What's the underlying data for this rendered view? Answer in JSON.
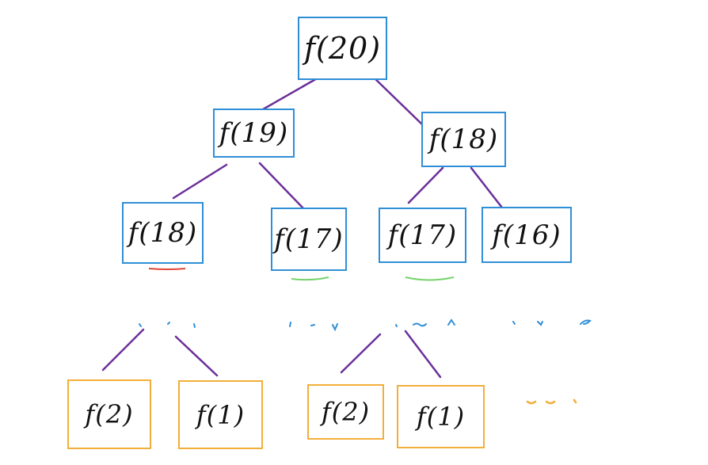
{
  "diagram": {
    "nodes": [
      {
        "id": "n20",
        "label": "f(20)",
        "color": "blue"
      },
      {
        "id": "n19",
        "label": "f(19)",
        "color": "blue"
      },
      {
        "id": "n18a",
        "label": "f(18)",
        "color": "blue"
      },
      {
        "id": "n18b",
        "label": "f(18)",
        "color": "blue"
      },
      {
        "id": "n17a",
        "label": "f(17)",
        "color": "blue"
      },
      {
        "id": "n17b",
        "label": "f(17)",
        "color": "blue"
      },
      {
        "id": "n16",
        "label": "f(16)",
        "color": "blue"
      },
      {
        "id": "l2a",
        "label": "f(2)",
        "color": "orange"
      },
      {
        "id": "l1a",
        "label": "f(1)",
        "color": "orange"
      },
      {
        "id": "l2b",
        "label": "f(2)",
        "color": "orange"
      },
      {
        "id": "l1b",
        "label": "f(1)",
        "color": "orange"
      }
    ],
    "edges": [
      [
        "n20",
        "n19"
      ],
      [
        "n20",
        "n18b"
      ],
      [
        "n19",
        "n18a"
      ],
      [
        "n19",
        "n17a"
      ],
      [
        "n18b",
        "n17b"
      ],
      [
        "n18b",
        "n16"
      ]
    ],
    "colors": {
      "node_border_blue": "#2f8fd6",
      "leaf_border_orange": "#f2ae3a",
      "edge_purple": "#6b2f9a",
      "underline_red": "#e0473a",
      "underline_green": "#74d36b",
      "ellipsis_blue": "#2f8fd6",
      "ellipsis_orange": "#f2ae3a"
    }
  }
}
